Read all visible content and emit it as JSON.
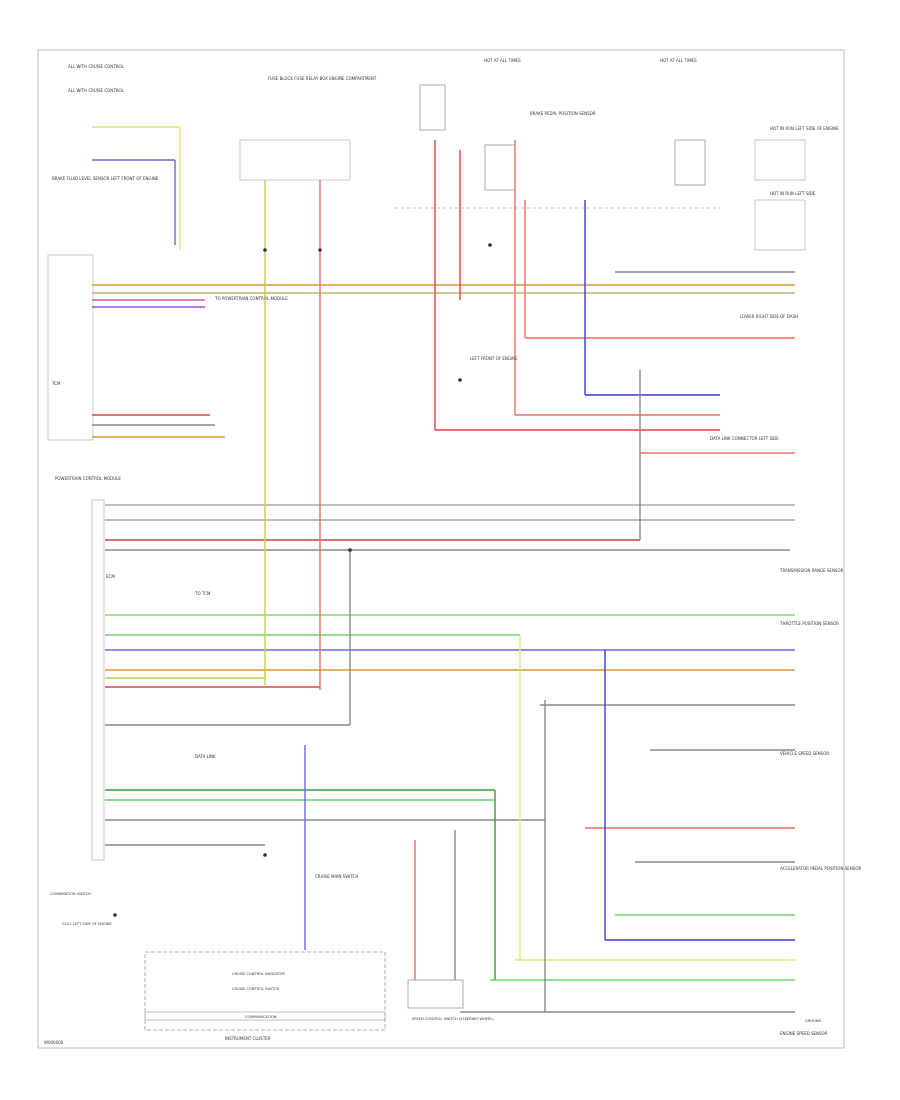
{
  "diagram": {
    "footer_code": "W000000",
    "components": {
      "instrument_cluster": "INSTRUMENT CLUSTER",
      "cluster_inner": "CRUISE CONTROL INDICATOR",
      "cluster_bottom_strip": "COMMUNICATION",
      "interface_module_inner": "CRUISE CONTROL SWITCH",
      "combination_switch": "COMBINATION SWITCH",
      "bottom_center_module": "SPEED CONTROL SWITCH (STEERING WHEEL)",
      "ecm_block": "ECM",
      "left_upper_block": "TCM",
      "lower_right_ground": "GROUND",
      "left_ground_caption": "G101 LEFT SIDE OF ENGINE"
    },
    "notes": {
      "top_left_1": "ALL WITH CRUISE CONTROL",
      "top_left_2": "ALL WITH CRUISE CONTROL"
    },
    "captions": {
      "hot_all_1": "HOT AT ALL TIMES",
      "hot_all_2": "HOT AT ALL TIMES",
      "top_center_block": "FUSE BLOCK FUSE RELAY BOX ENGINE COMPARTMENT",
      "brake_pedal_sensor": "BRAKE PEDAL POSITION SENSOR",
      "left_sensor": "BRAKE FLUID LEVEL SENSOR LEFT FRONT OF ENGINE",
      "right_upper": "HOT IN RUN LEFT SIDE OF ENGINE",
      "right_upper_2": "HOT IN RUN LEFT SIDE",
      "right_mid_1": "LOWER RIGHT SIDE OF DASH",
      "right_mid_2": "DATA LINK CONNECTOR LEFT SIDE",
      "right_mid_3": "TRANSMISSION RANGE SENSOR",
      "right_mid_4": "THROTTLE POSITION SENSOR",
      "right_low_1": "VEHICLE SPEED SENSOR",
      "right_low_2": "ACCELERATOR PEDAL POSITION SENSOR",
      "right_low_3": "ENGINE SPEED SENSOR",
      "center_mid_1": "TO TCM",
      "center_mid_2": "DATA LINK",
      "instrument_cluster_top": "CRUISE MAIN SWITCH",
      "left_mid": "TO POWERTRAIN CONTROL MODULE",
      "ground_mid": "LEFT FRONT OF ENGINE",
      "ecm_note": "POWERTRAIN CONTROL MODULE"
    }
  }
}
